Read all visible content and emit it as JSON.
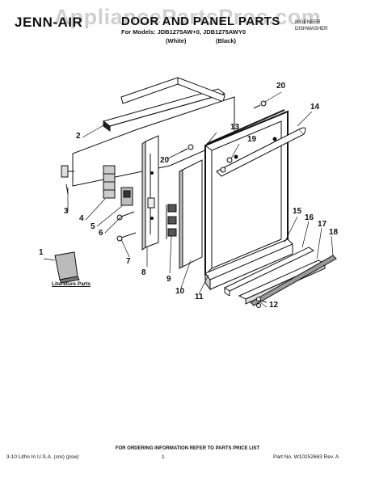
{
  "header": {
    "brand": "JENN-AIR",
    "title": "DOOR AND PANEL PARTS",
    "models_line": "For Models: JDB1275AW+0, JDB1275AWY0",
    "variant_white": "(White)",
    "variant_black": "(Black)",
    "corner_line1": "INGENEER",
    "corner_line2": "DISHWASHER"
  },
  "watermark": "AppliancePartsPros.com",
  "callouts": [
    "1",
    "2",
    "3",
    "4",
    "5",
    "6",
    "7",
    "8",
    "9",
    "10",
    "11",
    "12",
    "13",
    "14",
    "15",
    "16",
    "17",
    "18",
    "19",
    "20",
    "20"
  ],
  "literature_label": "Literature Parts",
  "footer": {
    "order_info": "FOR ORDERING INFORMATION REFER TO PARTS PRICE LIST",
    "litho": "3-10 Litho In U.S.A. (cre) (psw)",
    "page": "1",
    "part_no": "Part No. W10252663 Rev. A"
  }
}
